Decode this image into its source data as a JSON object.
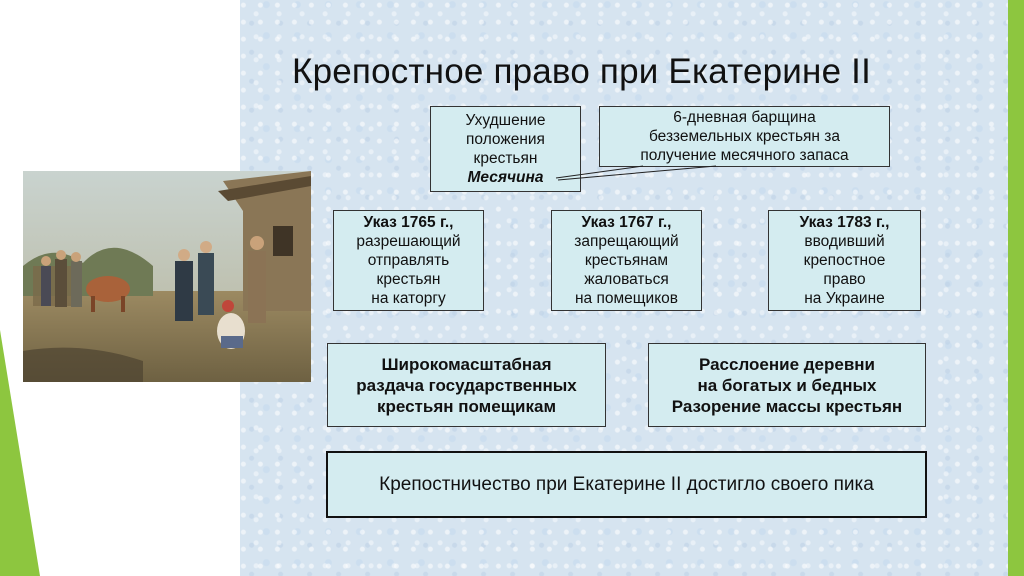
{
  "slide": {
    "title": "Крепостное право при Екатерине II",
    "colors": {
      "panel": "#d6e4f0",
      "box": "#d4ecf0",
      "accent": "#8dc63f"
    },
    "painting": {
      "icon": "painting-peasants-image"
    },
    "top_left_box": {
      "line1": "Ухудшение",
      "line2": "положения",
      "line3": "крестьян",
      "line4": "Месячина"
    },
    "top_right_box": {
      "line1": "6-дневная барщина",
      "line2": "безземельных крестьян за",
      "line3": "получение месячного запаса"
    },
    "decrees": [
      {
        "heading": "Указ 1765 г.,",
        "lines": [
          "разрешающий",
          "отправлять",
          "крестьян",
          "на каторгу"
        ]
      },
      {
        "heading": "Указ 1767 г.,",
        "lines": [
          "запрещающий",
          "крестьянам",
          "жаловаться",
          "на помещиков"
        ]
      },
      {
        "heading": "Указ 1783 г.,",
        "lines": [
          "вводивший",
          "крепостное",
          "право",
          "на Украине"
        ]
      }
    ],
    "mid_left_box": {
      "line1": "Широкомасштабная",
      "line2": "раздача государственных",
      "line3": "крестьян помещикам"
    },
    "mid_right_box": {
      "line1": "Расслоение деревни",
      "line2": "на богатых и бедных",
      "line3": "Разорение массы крестьян"
    },
    "conclusion": "Крепостничество при Екатерине II достигло своего пика"
  }
}
